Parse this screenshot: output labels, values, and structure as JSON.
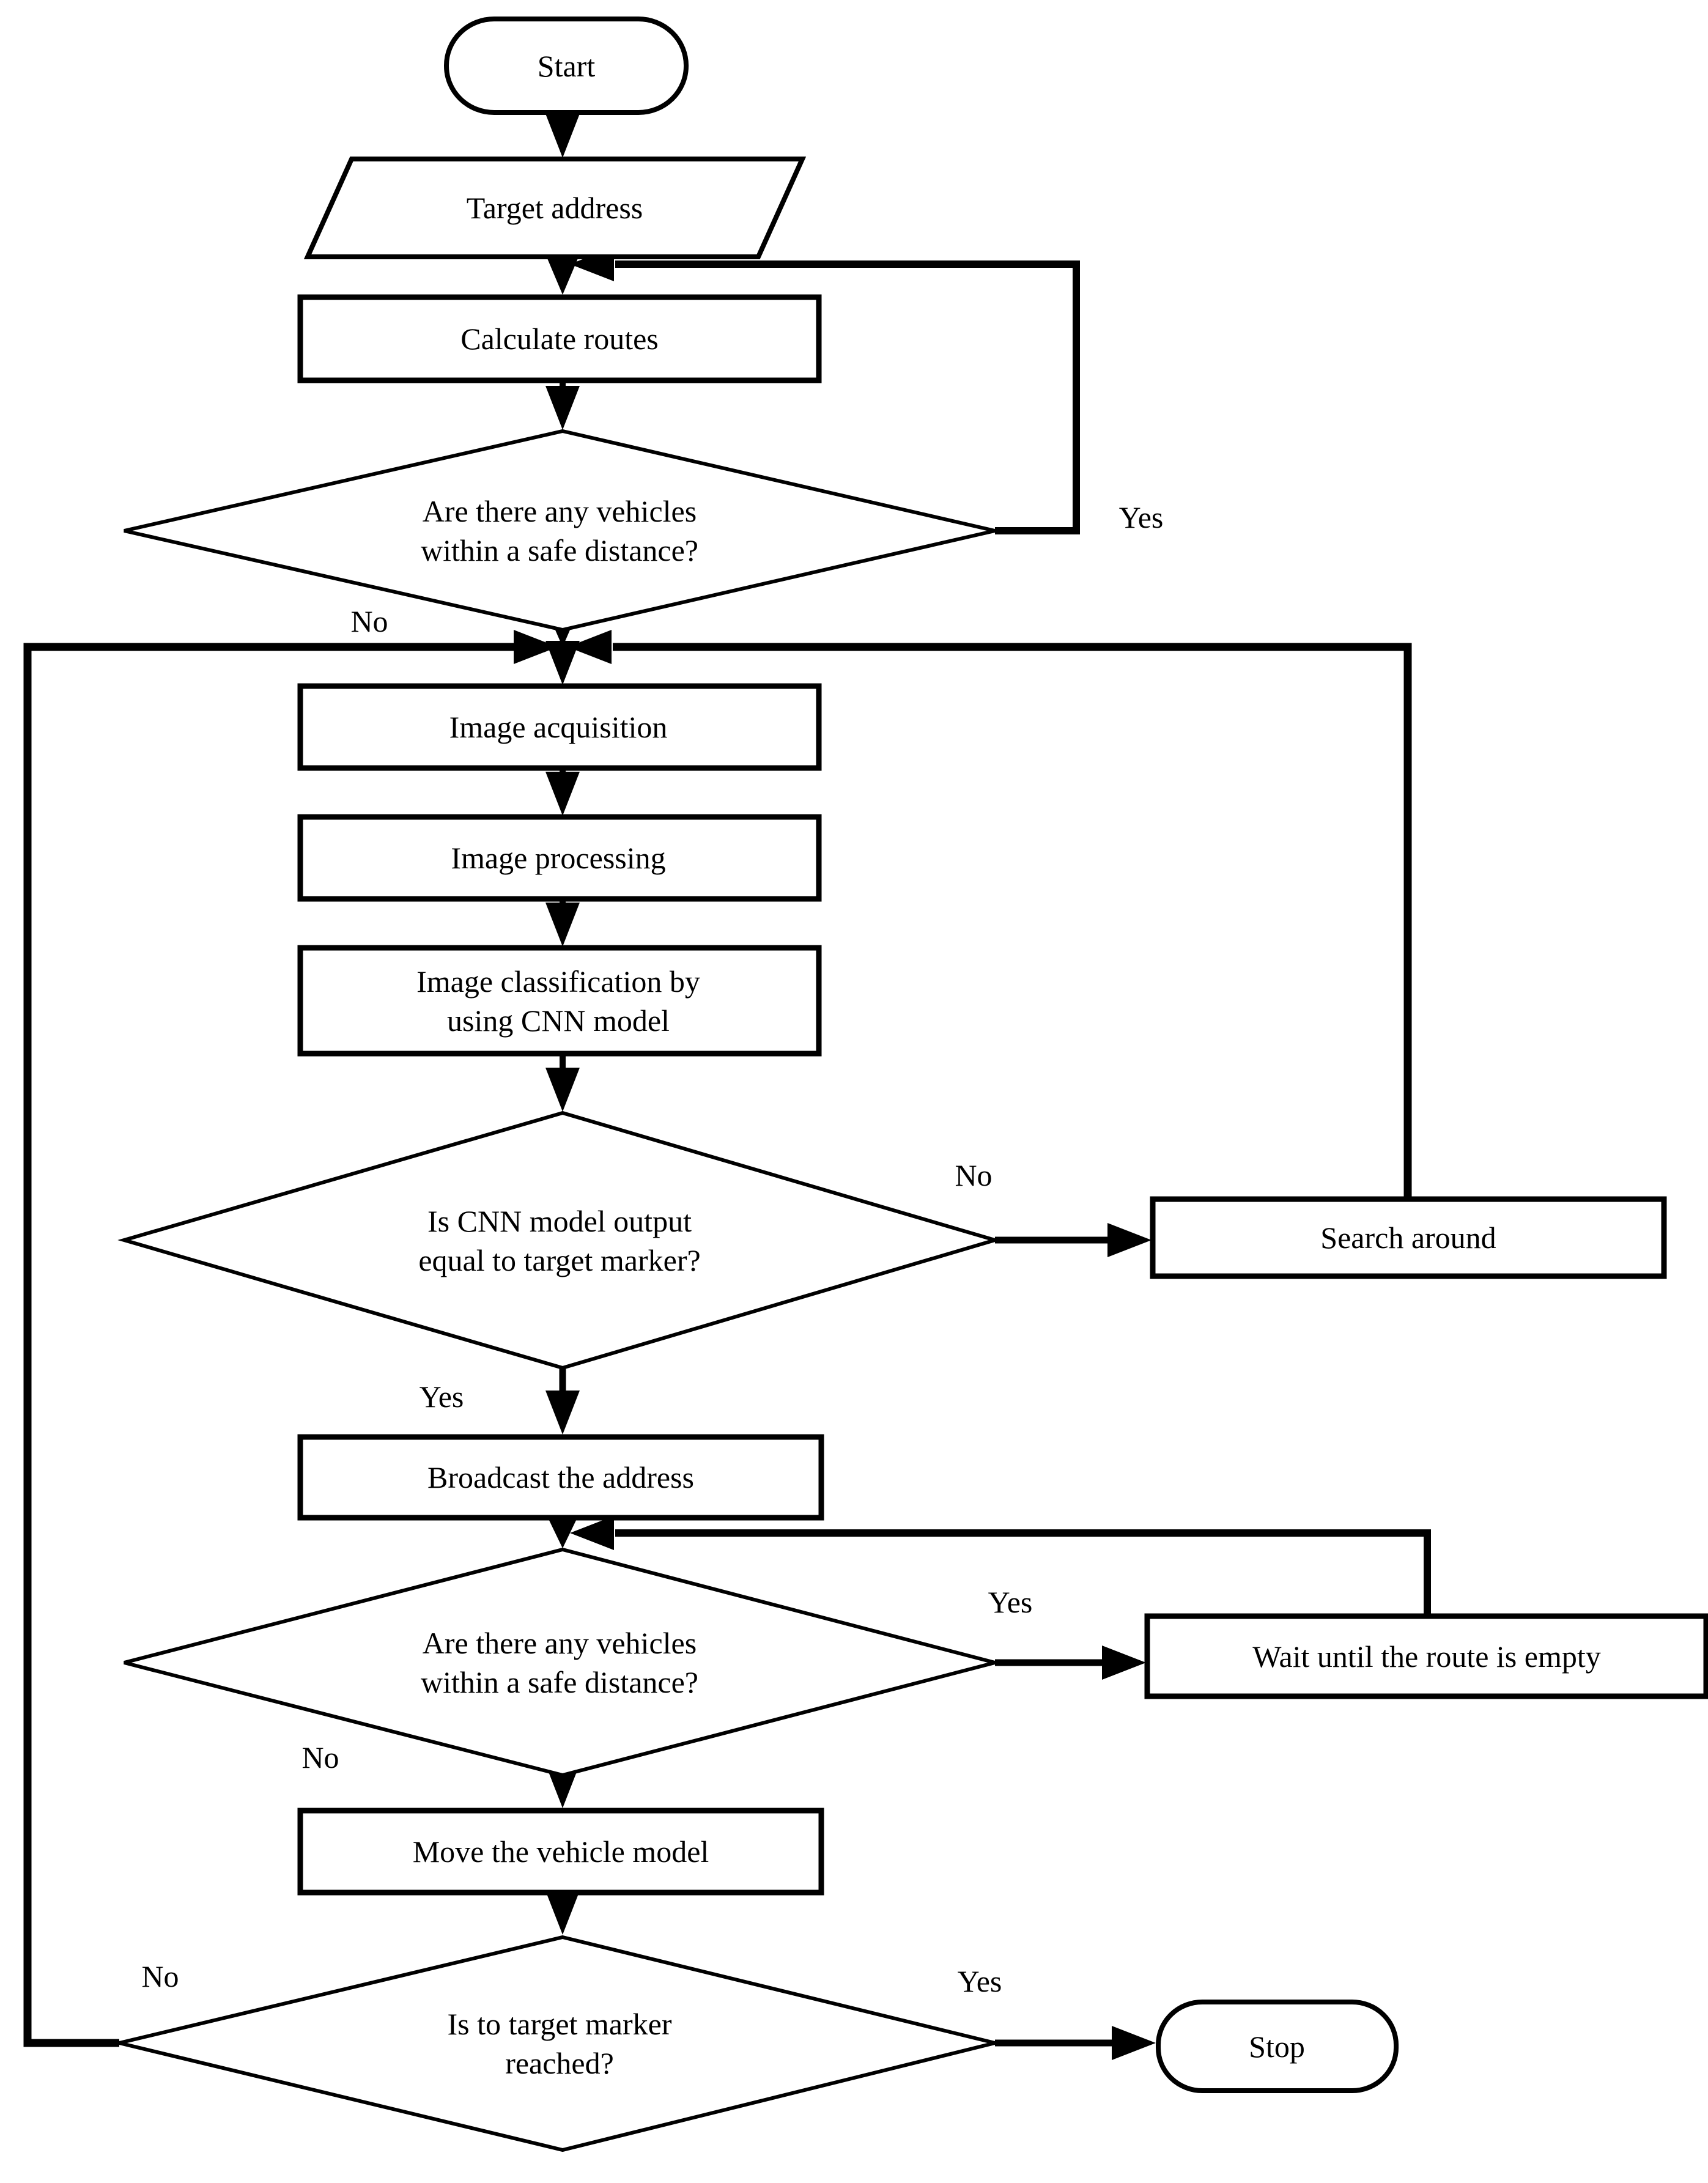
{
  "diagram": {
    "title": "Vehicle navigation CNN flowchart",
    "background_color": "#ffffff",
    "ink_color": "#000000",
    "nodes": {
      "start": {
        "label": "Start",
        "type": "terminator"
      },
      "target_address": {
        "label": "Target address",
        "type": "input-output"
      },
      "calculate_routes": {
        "label": "Calculate routes",
        "type": "process"
      },
      "vehicle_check_1": {
        "label": "Are there any vehicles within a safe distance?",
        "type": "decision"
      },
      "image_acquisition": {
        "label": "Image acquisition",
        "type": "process"
      },
      "image_processing": {
        "label": "Image processing",
        "type": "process"
      },
      "image_classification": {
        "label": "Image classification by using CNN model",
        "type": "process"
      },
      "cnn_output_check": {
        "label": "Is CNN model output equal to target marker?",
        "type": "decision"
      },
      "search_around": {
        "label": "Search around",
        "type": "process"
      },
      "broadcast_address": {
        "label": "Broadcast the address",
        "type": "process"
      },
      "vehicle_check_2": {
        "label": "Are there any vehicles within a safe distance?",
        "type": "decision"
      },
      "wait_route_empty": {
        "label": "Wait until the route is empty",
        "type": "process"
      },
      "move_vehicle": {
        "label": "Move the vehicle model",
        "type": "process"
      },
      "target_reached_check": {
        "label": "Is to target marker reached?",
        "type": "decision"
      },
      "stop": {
        "label": "Stop",
        "type": "terminator"
      }
    },
    "edge_labels": {
      "vehicle_check_1_yes": "Yes",
      "vehicle_check_1_no": "No",
      "cnn_output_check_no": "No",
      "cnn_output_check_yes": "Yes",
      "vehicle_check_2_yes": "Yes",
      "vehicle_check_2_no": "No",
      "target_reached_no": "No",
      "target_reached_yes": "Yes"
    }
  }
}
